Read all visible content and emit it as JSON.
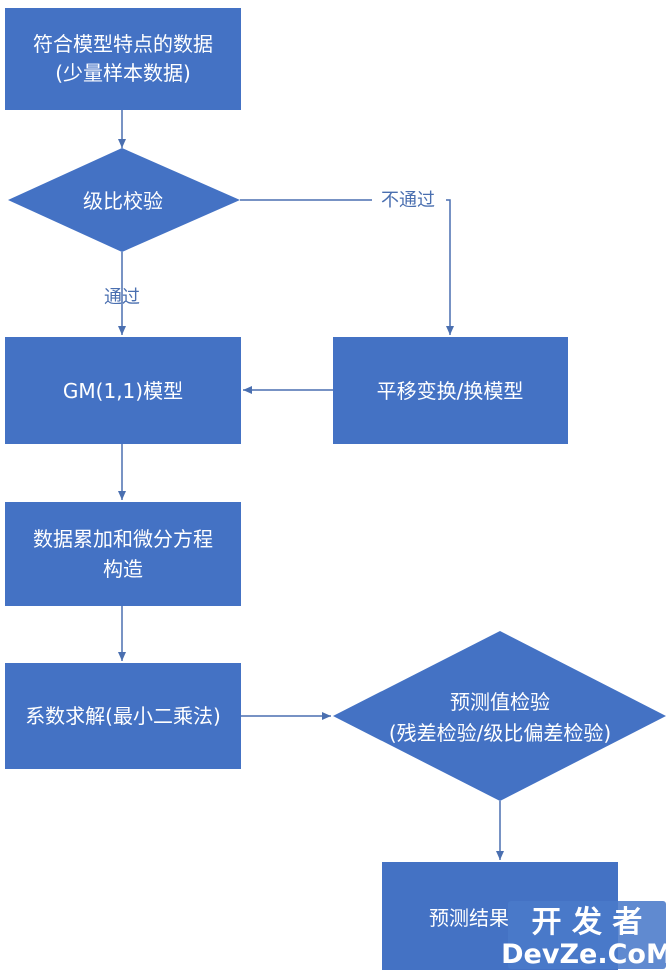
{
  "colors": {
    "node_fill": "#4472c4",
    "edge": "#4a6fb0",
    "label": "#4a6fb0"
  },
  "nodes": {
    "source": {
      "line1": "符合模型特点的数据",
      "line2": "(少量样本数据)"
    },
    "ratio_check": {
      "label": "级比校验"
    },
    "gm_model": {
      "label": "GM(1,1)模型"
    },
    "transform": {
      "label": "平移变换/换模型"
    },
    "accumulate": {
      "line1": "数据累加和微分方程",
      "line2": "构造"
    },
    "solve": {
      "label": "系数求解(最小二乘法)"
    },
    "predict_check": {
      "line1": "预测值检验",
      "line2": "(残差检验/级比偏差检验)"
    },
    "result": {
      "label": "预测结果"
    }
  },
  "edges": {
    "fail_label": "不通过",
    "pass_label": "通过"
  },
  "watermark": {
    "cn": "开 发 者",
    "en": "DevZe.CoM"
  }
}
